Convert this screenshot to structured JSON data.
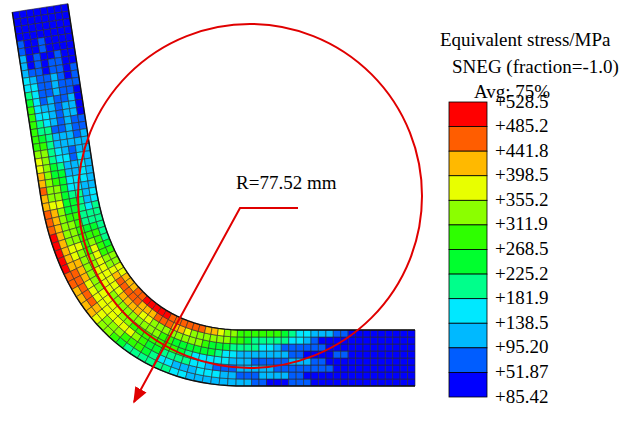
{
  "diagram": {
    "labels": [
      "Equivalent stress/MPa",
      "SNEG (fraction=-1.0)",
      "Avg: 75%",
      "+528.5",
      "+485.2",
      "+441.8",
      "+398.5",
      "+355.2",
      "+311.9",
      "+268.5",
      "+225.2",
      "+181.9",
      "+138.5",
      "+95.20",
      "+51.87",
      "+85.42",
      "R=77.52 mm"
    ]
  }
}
